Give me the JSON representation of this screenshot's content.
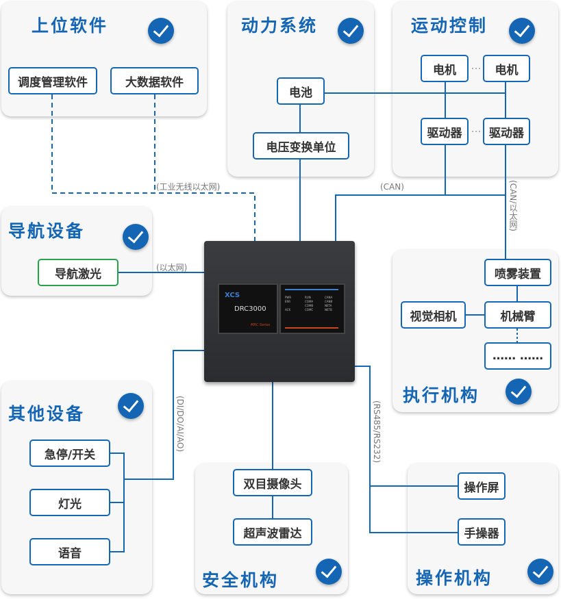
{
  "panels": {
    "upper_software": {
      "title": "上位软件",
      "items": [
        "调度管理软件",
        "大数据软件"
      ]
    },
    "power_system": {
      "title": "动力系统",
      "items": [
        "电池",
        "电压变换单位"
      ]
    },
    "motion_control": {
      "title": "运动控制",
      "items": [
        "电机",
        "电机",
        "驱动器",
        "驱动器"
      ],
      "ellipsis": "···"
    },
    "navigation": {
      "title": "导航设备",
      "items": [
        "导航激光"
      ]
    },
    "actuator": {
      "title": "执行机构",
      "items": [
        "喷雾装置",
        "视觉相机",
        "机械臂",
        "…… ……"
      ]
    },
    "other": {
      "title": "其他设备",
      "items": [
        "急停/开关",
        "灯光",
        "语音"
      ]
    },
    "safety": {
      "title": "安全机构",
      "items": [
        "双目摄像头",
        "超声波雷达"
      ]
    },
    "operation": {
      "title": "操作机构",
      "items": [
        "操作屏",
        "手操器"
      ]
    }
  },
  "labels": {
    "wireless": "(工业无线以太网)",
    "can": "(CAN)",
    "can_eth": "(CAN/以太网)",
    "eth": "(以太网)",
    "dido": "(DI/DO/AI/AO)",
    "rs485": "(RS485/RS232)"
  },
  "controller": {
    "logo": "XCS",
    "model": "DRC3000",
    "series": "MRC Series",
    "leds": [
      "PWR",
      "RUN",
      "CANA",
      "ERR",
      "COMA",
      "CANB",
      "",
      "COMB",
      "NETA",
      "ACK",
      "COMC",
      "NETB"
    ]
  },
  "colors": {
    "accent": "#1565b5",
    "nav_border": "#27a24a"
  }
}
